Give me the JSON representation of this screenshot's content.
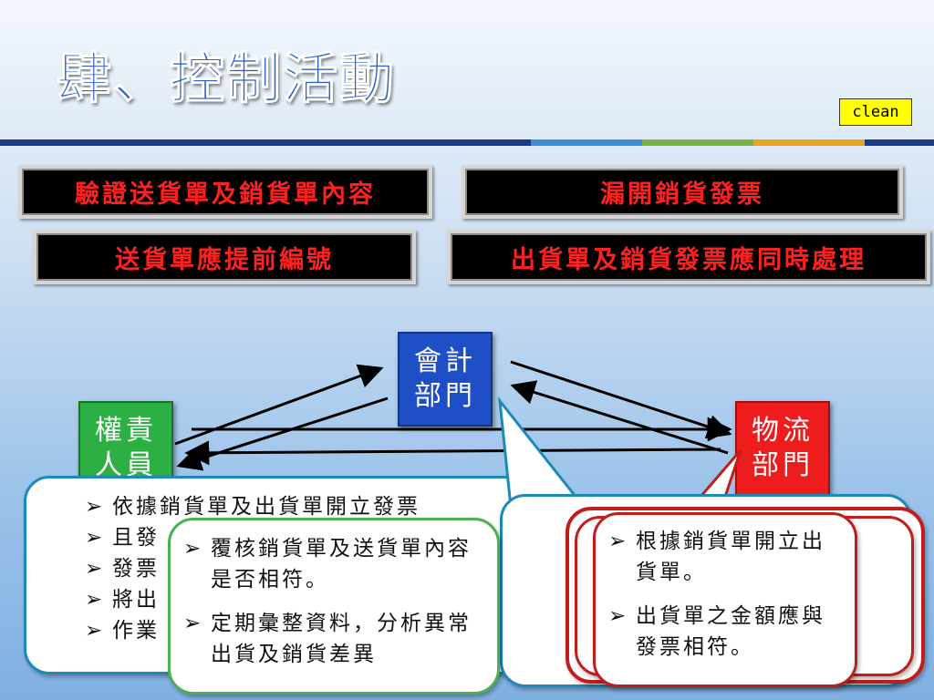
{
  "title": "肆、控制活動",
  "badge": "clean",
  "banners": [
    "驗證送貨單及銷貨單內容",
    "漏開銷貨發票",
    "送貨單應提前編號",
    "出貨單及銷貨發票應同時處理"
  ],
  "nodes": {
    "accounting": [
      "會計",
      "部門"
    ],
    "authority": [
      "權責",
      "人員"
    ],
    "logistics": [
      "物流",
      "部門"
    ]
  },
  "colors": {
    "accounting": "#1f4fc6",
    "authority": "#2db043",
    "logistics": "#ee1c1c",
    "title": "#2a63c8",
    "banner_text": "#ff2020"
  },
  "callouts": {
    "authority_back": [
      "依據銷貨單及出貨單開立發票",
      "且發",
      "發票",
      "將出",
      "作業"
    ],
    "authority_front": [
      "覆核銷貨單及送貨單內容是否相符。",
      "定期彙整資料，分析異常出貨及銷貨差異"
    ],
    "logistics_front": [
      "根據銷貨單開立出貨單。",
      "出貨單之金額應與發票相符。"
    ]
  }
}
